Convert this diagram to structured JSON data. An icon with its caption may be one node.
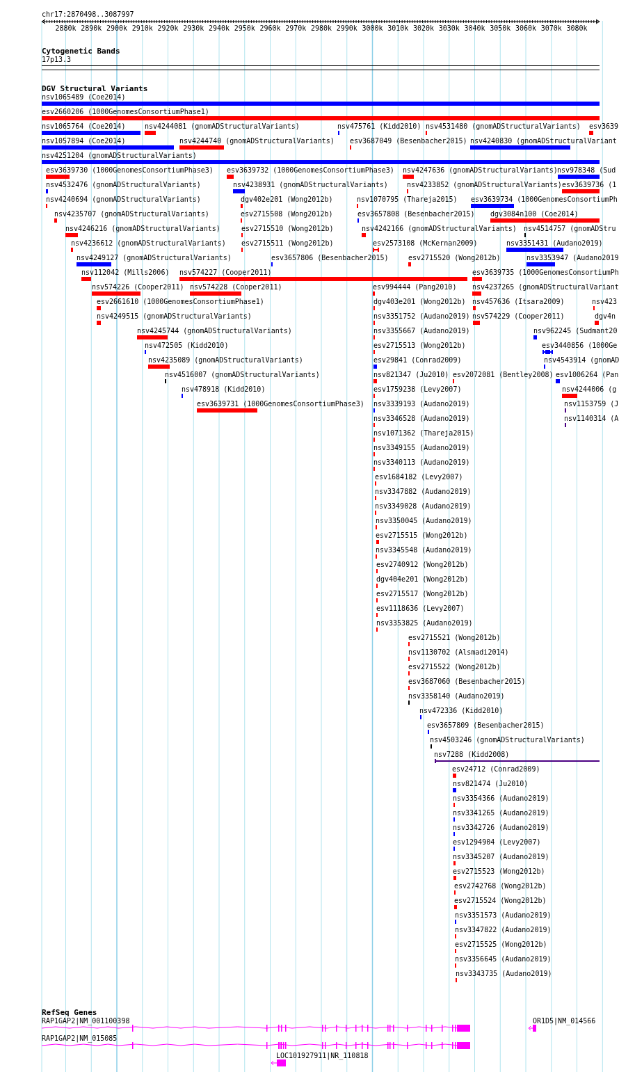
{
  "diagram": {
    "labels": [
      "chr17:2870498..3087997",
      "2880k",
      "2890k",
      "2900k",
      "2910k",
      "2920k",
      "2930k",
      "2940k",
      "2950k",
      "2960k",
      "2970k",
      "2980k",
      "2990k",
      "3000k",
      "3010k",
      "3020k",
      "3030k",
      "3040k",
      "3050k",
      "3060k",
      "3070k",
      "3080k",
      "Cytogenetic Bands",
      "17p13.3",
      "DGV Structural Variants",
      "nsv1065489 (Coe2014)",
      "esv2660206 (1000GenomesConsortiumPhase1)",
      "nsv1065764 (Coe2014)",
      "nsv4244081 (gnomADStructuralVariants)",
      "nsv475761 (Kidd2010)",
      "nsv4531480 (gnomADStructuralVariants)",
      "esv3639",
      "nsv1057894 (Coe2014)",
      "nsv4244740 (gnomADStructuralVariants)",
      "esv3687049 (Besenbacher2015)",
      "nsv4240830 (gnomADStructuralVariant",
      "nsv4251204 (gnomADStructuralVariants)",
      "esv3639730 (1000GenomesConsortiumPhase3)",
      "esv3639732 (1000GenomesConsortiumPhase3)",
      "nsv4247636 (gnomADStructuralVariants)",
      "nsv978348 (Sud",
      "nsv4532476 (gnomADStructuralVariants)",
      "nsv4238931 (gnomADStructuralVariants)",
      "nsv4233852 (gnomADStructuralVariants)",
      "esv3639736 (1",
      "nsv4240694 (gnomADStructuralVariants)",
      "dgv402e201 (Wong2012b)",
      "nsv1070795 (Thareja2015)",
      "esv3639734 (1000GenomesConsortiumPh",
      "nsv4235707 (gnomADStructuralVariants)",
      "esv2715508 (Wong2012b)",
      "esv3657808 (Besenbacher2015)",
      "dgv3084n100 (Coe2014)",
      "nsv4246216 (gnomADStructuralVariants)",
      "esv2715510 (Wong2012b)",
      "nsv4242166 (gnomADStructuralVariants)",
      "nsv4514757 (gnomADStru",
      "nsv4236612 (gnomADStructuralVariants)",
      "esv2715511 (Wong2012b)",
      "esv2573108 (McKernan2009)",
      "nsv3351431 (Audano2019)",
      "nsv4249127 (gnomADStructuralVariants)",
      "esv3657806 (Besenbacher2015)",
      "esv2715520 (Wong2012b)",
      "nsv3353947 (Audano2019",
      "nsv112042 (Mills2006)",
      "nsv574227 (Cooper2011)",
      "esv3639735 (1000GenomesConsortiumPh",
      "nsv574226 (Cooper2011)",
      "nsv574228 (Cooper2011)",
      "esv994444 (Pang2010)",
      "nsv4237265 (gnomADStructuralVariant",
      "esv2661610 (1000GenomesConsortiumPhase1)",
      "dgv403e201 (Wong2012b)",
      "nsv457636 (Itsara2009)",
      "nsv423",
      "nsv4249515 (gnomADStructuralVariants)",
      "nsv3351752 (Audano2019)",
      "nsv574229 (Cooper2011)",
      "dgv4n",
      "nsv4245744 (gnomADStructuralVariants)",
      "nsv3355667 (Audano2019)",
      "nsv962245 (Sudmant20",
      "nsv472505 (Kidd2010)",
      "esv2715513 (Wong2012b)",
      "esv3440856 (1000Ge",
      "nsv4235089 (gnomADStructuralVariants)",
      "esv29841 (Conrad2009)",
      "nsv4543914 (gnomAD",
      "nsv4516007 (gnomADStructuralVariants)",
      "nsv821347 (Ju2010)",
      "esv2072081 (Bentley2008)",
      "esv1006264 (Pan",
      "nsv478918 (Kidd2010)",
      "esv1759238 (Levy2007)",
      "nsv4244006 (g",
      "esv3639731 (1000GenomesConsortiumPhase3)",
      "nsv3339193 (Audano2019)",
      "nsv1153759 (J",
      "nsv3346528 (Audano2019)",
      "nsv1140314 (A",
      "nsv1071362 (Thareja2015)",
      "nsv3349155 (Audano2019)",
      "nsv3340113 (Audano2019)",
      "esv1684182 (Levy2007)",
      "nsv3347882 (Audano2019)",
      "nsv3349028 (Audano2019)",
      "nsv3350045 (Audano2019)",
      "esv2715515 (Wong2012b)",
      "nsv3345548 (Audano2019)",
      "esv2740912 (Wong2012b)",
      "dgv404e201 (Wong2012b)",
      "esv2715517 (Wong2012b)",
      "esv1118636 (Levy2007)",
      "nsv3353825 (Audano2019)",
      "esv2715521 (Wong2012b)",
      "nsv1130702 (Alsmadi2014)",
      "esv2715522 (Wong2012b)",
      "esv3687060 (Besenbacher2015)",
      "nsv3358140 (Audano2019)",
      "nsv472336 (Kidd2010)",
      "esv3657809 (Besenbacher2015)",
      "nsv4503246 (gnomADStructuralVariants)",
      "nsv7288 (Kidd2008)",
      "esv24712 (Conrad2009)",
      "nsv821474 (Ju2010)",
      "nsv3354366 (Audano2019)",
      "nsv3341265 (Audano2019)",
      "nsv3342726 (Audano2019)",
      "esv1294904 (Levy2007)",
      "nsv3345207 (Audano2019)",
      "esv2715523 (Wong2012b)",
      "esv2742768 (Wong2012b)",
      "esv2715524 (Wong2012b)",
      "nsv3351573 (Audano2019)",
      "nsv3347822 (Audano2019)",
      "esv2715525 (Wong2012b)",
      "nsv3356645 (Audano2019)",
      "nsv3343735 (Audano2019)",
      "RefSeq Genes",
      "RAP1GAP2|NM_001100398",
      "OR1D5|NM_014566",
      "RAP1GAP2|NM_015085",
      "LOC101927911|NR_110818"
    ]
  }
}
